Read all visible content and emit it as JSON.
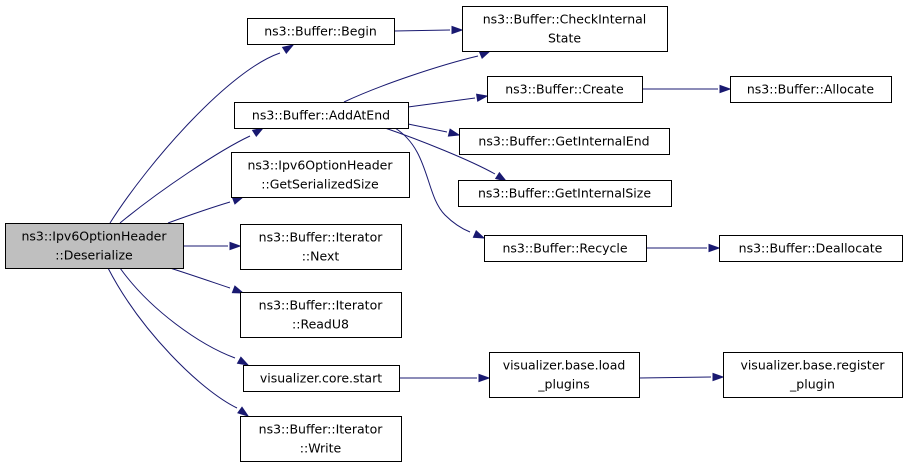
{
  "nodes": [
    {
      "id": "deserialize",
      "lines": [
        "ns3::Ipv6OptionHeader",
        "::Deserialize"
      ],
      "root": true
    },
    {
      "id": "begin",
      "lines": [
        "ns3::Buffer::Begin"
      ]
    },
    {
      "id": "addatend",
      "lines": [
        "ns3::Buffer::AddAtEnd"
      ]
    },
    {
      "id": "getserializedsize",
      "lines": [
        "ns3::Ipv6OptionHeader",
        "::GetSerializedSize"
      ]
    },
    {
      "id": "next",
      "lines": [
        "ns3::Buffer::Iterator",
        "::Next"
      ]
    },
    {
      "id": "readu8",
      "lines": [
        "ns3::Buffer::Iterator",
        "::ReadU8"
      ]
    },
    {
      "id": "corestart",
      "lines": [
        "visualizer.core.start"
      ]
    },
    {
      "id": "write",
      "lines": [
        "ns3::Buffer::Iterator",
        "::Write"
      ]
    },
    {
      "id": "checkinternal",
      "lines": [
        "ns3::Buffer::CheckInternal",
        "State"
      ]
    },
    {
      "id": "create",
      "lines": [
        "ns3::Buffer::Create"
      ]
    },
    {
      "id": "getinternalend",
      "lines": [
        "ns3::Buffer::GetInternalEnd"
      ]
    },
    {
      "id": "getinternalsize",
      "lines": [
        "ns3::Buffer::GetInternalSize"
      ]
    },
    {
      "id": "recycle",
      "lines": [
        "ns3::Buffer::Recycle"
      ]
    },
    {
      "id": "loadplugins",
      "lines": [
        "visualizer.base.load",
        "_plugins"
      ]
    },
    {
      "id": "allocate",
      "lines": [
        "ns3::Buffer::Allocate"
      ]
    },
    {
      "id": "deallocate",
      "lines": [
        "ns3::Buffer::Deallocate"
      ]
    },
    {
      "id": "registerplugin",
      "lines": [
        "visualizer.base.register",
        "_plugin"
      ]
    }
  ],
  "edges": [
    {
      "from": "deserialize",
      "to": "begin"
    },
    {
      "from": "deserialize",
      "to": "addatend"
    },
    {
      "from": "deserialize",
      "to": "getserializedsize"
    },
    {
      "from": "deserialize",
      "to": "next"
    },
    {
      "from": "deserialize",
      "to": "readu8"
    },
    {
      "from": "deserialize",
      "to": "corestart"
    },
    {
      "from": "deserialize",
      "to": "write"
    },
    {
      "from": "begin",
      "to": "checkinternal"
    },
    {
      "from": "addatend",
      "to": "checkinternal"
    },
    {
      "from": "addatend",
      "to": "create"
    },
    {
      "from": "addatend",
      "to": "getinternalend"
    },
    {
      "from": "addatend",
      "to": "getinternalsize"
    },
    {
      "from": "addatend",
      "to": "recycle"
    },
    {
      "from": "create",
      "to": "allocate"
    },
    {
      "from": "recycle",
      "to": "deallocate"
    },
    {
      "from": "corestart",
      "to": "loadplugins"
    },
    {
      "from": "loadplugins",
      "to": "registerplugin"
    }
  ],
  "colors": {
    "edge": "#191970",
    "root_fill": "#bfbfbf",
    "node_fill": "#ffffff",
    "node_border": "#000000"
  }
}
